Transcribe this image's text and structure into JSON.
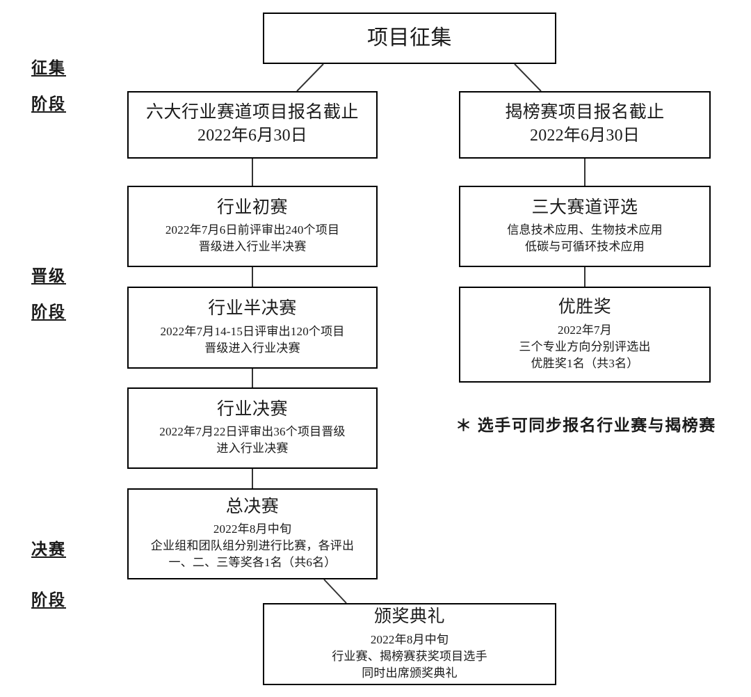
{
  "diagram": {
    "type": "flowchart",
    "title_text": "项目征集",
    "stage_labels": [
      {
        "id": "stage-collection",
        "line1": "征集",
        "line2": "阶段"
      },
      {
        "id": "stage-promotion",
        "line1": "晋级",
        "line2": "阶段"
      },
      {
        "id": "stage-final",
        "line1": "决赛",
        "line2": "阶段"
      }
    ],
    "note": "＊ 选手可同步报名行业赛与揭榜赛",
    "nodes": {
      "root": {
        "title": "项目征集"
      },
      "left_deadline": {
        "title": "六大行业赛道项目报名截止",
        "sub": "2022年6月30日"
      },
      "right_deadline": {
        "title": "揭榜赛项目报名截止",
        "sub": "2022年6月30日"
      },
      "left_prelim": {
        "title": "行业初赛",
        "sub1": "2022年7月6日前评审出240个项目",
        "sub2": "晋级进入行业半决赛"
      },
      "right_tracks": {
        "title": "三大赛道评选",
        "sub1": "信息技术应用、生物技术应用",
        "sub2": "低碳与可循环技术应用"
      },
      "left_semi": {
        "title": "行业半决赛",
        "sub1": "2022年7月14-15日评审出120个项目",
        "sub2": "晋级进入行业决赛"
      },
      "right_prize": {
        "title": "优胜奖",
        "sub1": "2022年7月",
        "sub2": "三个专业方向分别评选出",
        "sub3": "优胜奖1名（共3名）"
      },
      "left_final": {
        "title": "行业决赛",
        "sub1": "2022年7月22日评审出36个项目晋级",
        "sub2": "进入行业决赛"
      },
      "grand_final": {
        "title": "总决赛",
        "sub1": "2022年8月中旬",
        "sub2": "企业组和团队组分别进行比赛，各评出",
        "sub3": "一、二、三等奖各1名（共6名）"
      },
      "ceremony": {
        "title": "颁奖典礼",
        "sub1": "2022年8月中旬",
        "sub2": "行业赛、揭榜赛获奖项目选手",
        "sub3": "同时出席颁奖典礼"
      }
    },
    "colors": {
      "border": "#000000",
      "text": "#1a1a1a",
      "background": "#ffffff",
      "connector": "#333333"
    }
  }
}
